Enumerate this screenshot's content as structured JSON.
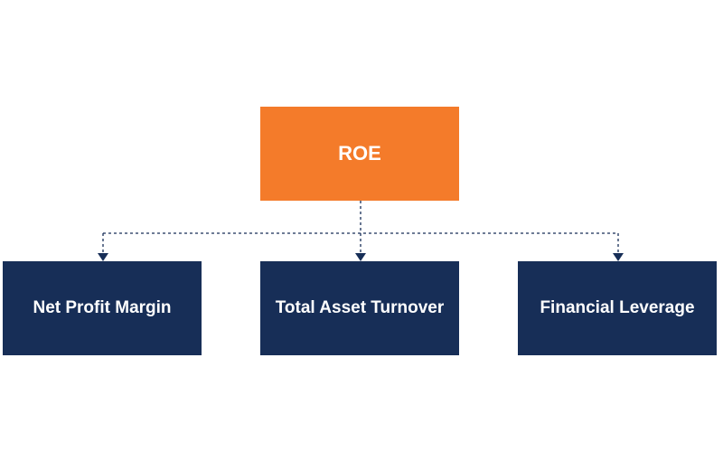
{
  "root": {
    "label": "ROE"
  },
  "children": [
    {
      "label": "Net Profit Margin"
    },
    {
      "label": "Total Asset Turnover"
    },
    {
      "label": "Financial Leverage"
    }
  ],
  "colors": {
    "root_fill": "#f47b2a",
    "child_fill": "#172e57",
    "connector": "#172e57",
    "text": "#ffffff",
    "background": "#ffffff"
  }
}
